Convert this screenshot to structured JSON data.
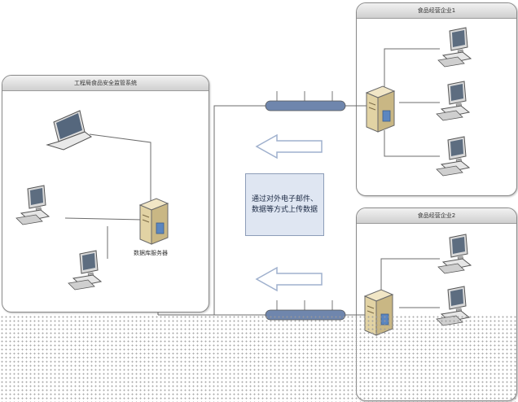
{
  "left_panel": {
    "title": "工程局食品安全监管系统"
  },
  "right_top_panel": {
    "title": "食品经营企业1"
  },
  "right_bottom_panel": {
    "title": "食品经营企业2"
  },
  "central_server": {
    "label": "数据库服务器"
  },
  "callout": {
    "text": "通过对外电子邮件、数据等方式上传数据"
  },
  "colors": {
    "panel_border": "#8a8a8a",
    "hub": "#6f86ad",
    "arrow_outline": "#9fb0cd",
    "callout_bg": "#dfe6f2"
  }
}
